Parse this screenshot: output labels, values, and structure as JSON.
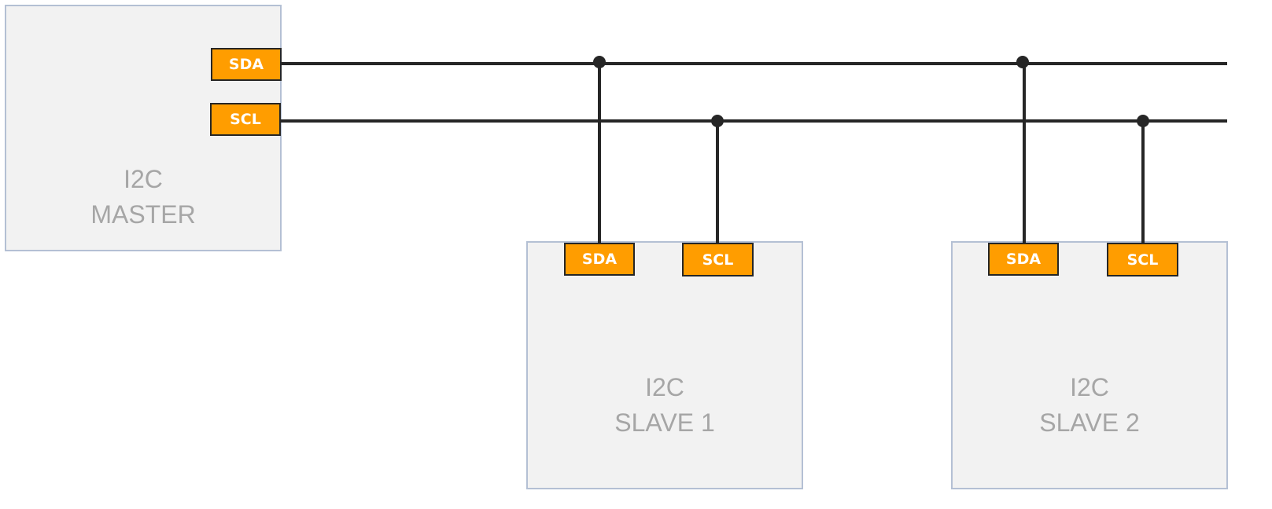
{
  "colors": {
    "device_fill": "#f2f2f2",
    "device_border": "#b4c0d4",
    "device_text": "#a6a6a6",
    "pin_fill": "#ff9d00",
    "pin_border": "#262626",
    "pin_text": "#ffffff",
    "wire": "#262626"
  },
  "master": {
    "line1": "I2C",
    "line2": "MASTER",
    "sda_label": "SDA",
    "scl_label": "SCL"
  },
  "slave1": {
    "line1": "I2C",
    "line2": "SLAVE 1",
    "sda_label": "SDA",
    "scl_label": "SCL"
  },
  "slave2": {
    "line1": "I2C",
    "line2": "SLAVE 2",
    "sda_label": "SDA",
    "scl_label": "SCL"
  },
  "bus": {
    "lines": [
      "SDA",
      "SCL"
    ],
    "connections": [
      {
        "from": "master.SDA",
        "to": "slave1.SDA"
      },
      {
        "from": "master.SCL",
        "to": "slave1.SCL"
      },
      {
        "from": "master.SDA",
        "to": "slave2.SDA"
      },
      {
        "from": "master.SCL",
        "to": "slave2.SCL"
      }
    ]
  }
}
